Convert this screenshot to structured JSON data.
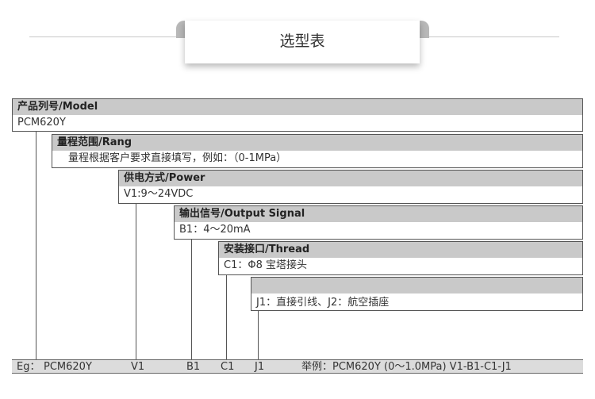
{
  "title": "选型表",
  "rows": [
    {
      "header": "产品列号/Model",
      "value": "PCM620Y"
    },
    {
      "header": "量程范围/Rang",
      "value": "量程根据客户要求直接填写，例如：（0-1MPa）"
    },
    {
      "header": "供电方式/Power",
      "value": "V1:9～24VDC"
    },
    {
      "header": "输出信号/Output Signal",
      "value": "B1：4～20mA"
    },
    {
      "header": "安装接口/Thread",
      "value": "C1：Φ8 宝塔接头"
    },
    {
      "header": "",
      "value": "J1：直接引线、J2：航空插座"
    }
  ],
  "example": {
    "label": "Eg：",
    "model": "PCM620Y",
    "v": "V1",
    "b": "B1",
    "c": "C1",
    "j": "J1",
    "full": "举例：PCM620Y (0～1.0MPa) V1-B1-C1-J1"
  }
}
